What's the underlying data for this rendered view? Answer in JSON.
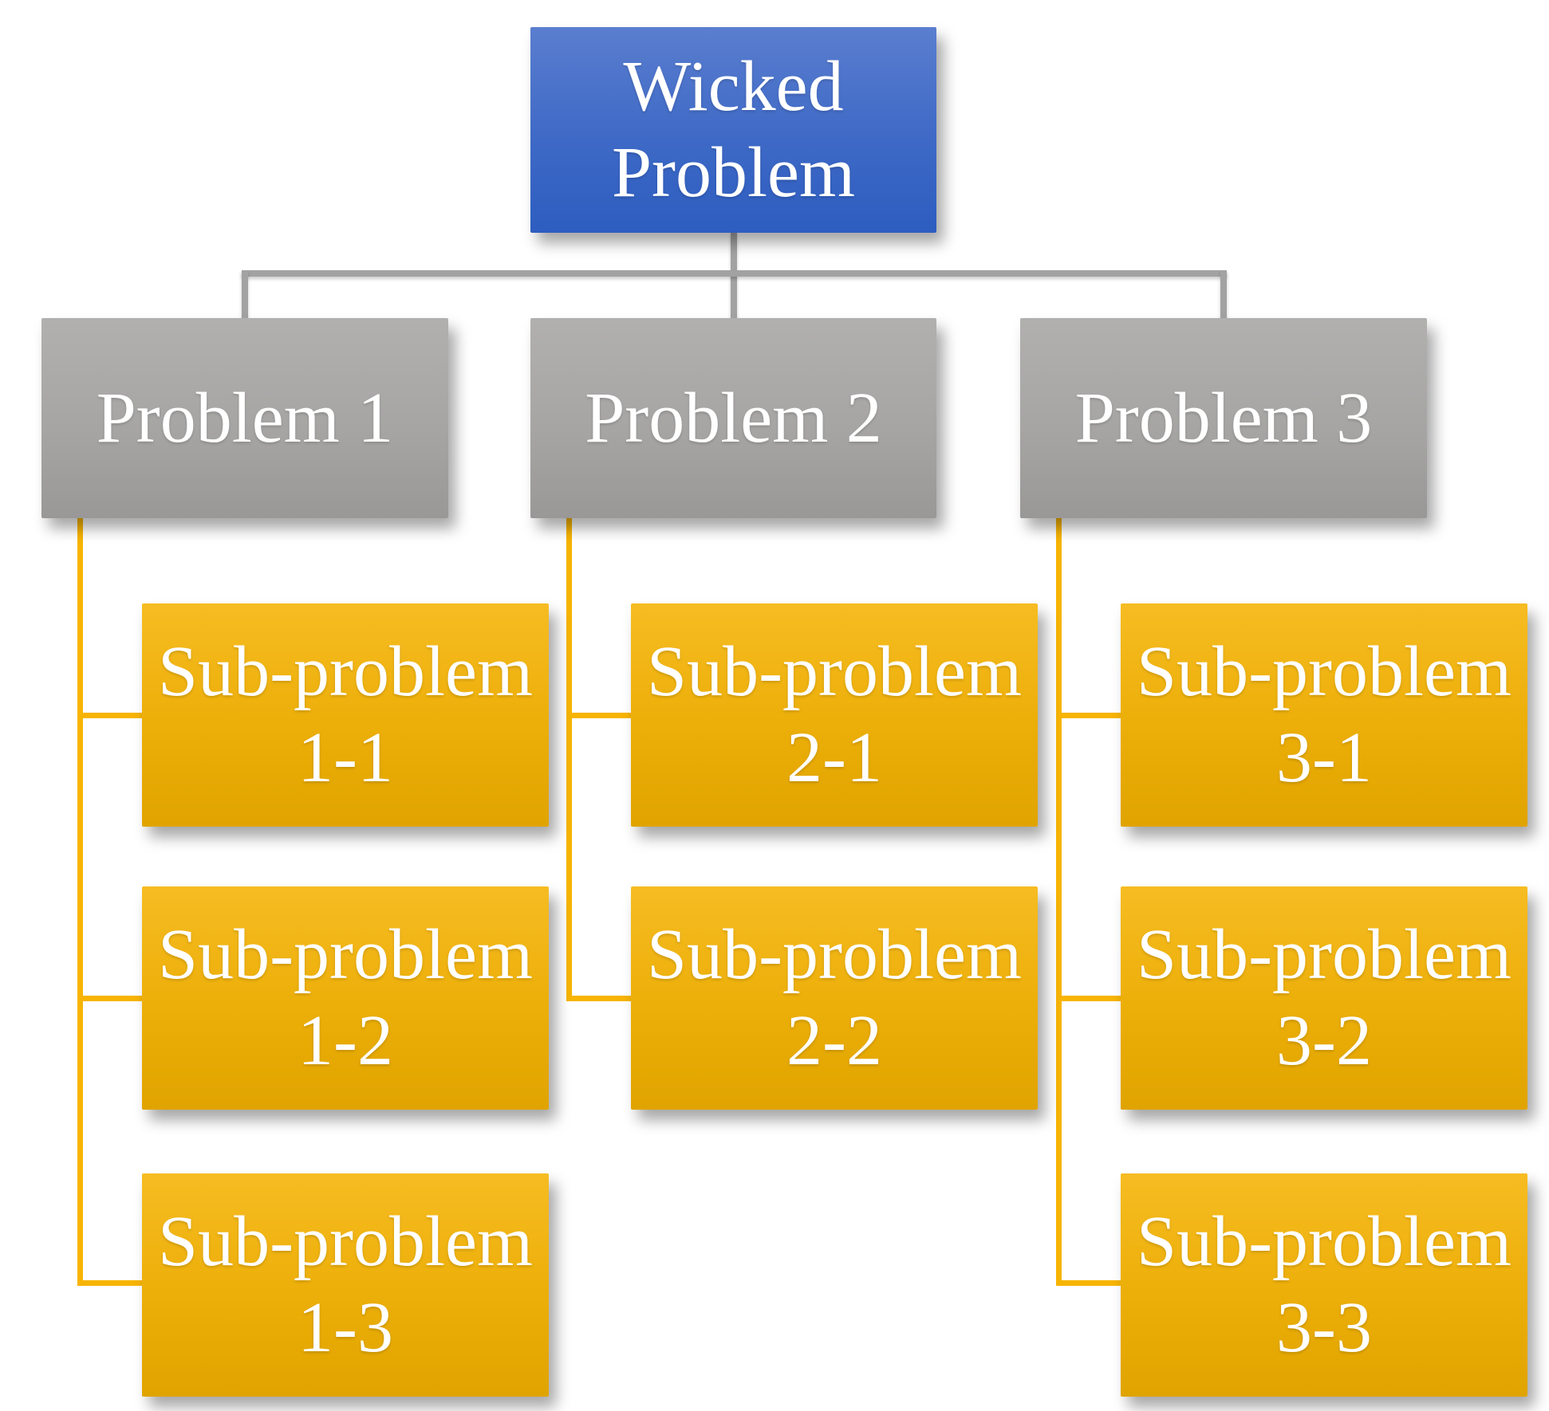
{
  "diagram": {
    "type": "hierarchy-org-chart",
    "root": {
      "label": "Wicked Problem"
    },
    "problems": [
      {
        "label": "Problem 1",
        "children": [
          "Sub-problem 1-1",
          "Sub-problem 1-2",
          "Sub-problem 1-3"
        ]
      },
      {
        "label": "Problem 2",
        "children": [
          "Sub-problem 2-1",
          "Sub-problem 2-2"
        ]
      },
      {
        "label": "Problem 3",
        "children": [
          "Sub-problem 3-1",
          "Sub-problem 3-2",
          "Sub-problem 3-3"
        ]
      }
    ],
    "colors": {
      "root_fill_top": "#5a7ecf",
      "root_fill_bottom": "#2d5dc0",
      "problem_fill_top": "#b1b0af",
      "problem_fill_bottom": "#999897",
      "sub_fill_top": "#f6bc22",
      "sub_fill_bottom": "#e0a400",
      "gray_connector": "#a2a2a2",
      "gold_connector": "#f7b400",
      "text": "#ffffff",
      "background": "#ffffff"
    }
  }
}
